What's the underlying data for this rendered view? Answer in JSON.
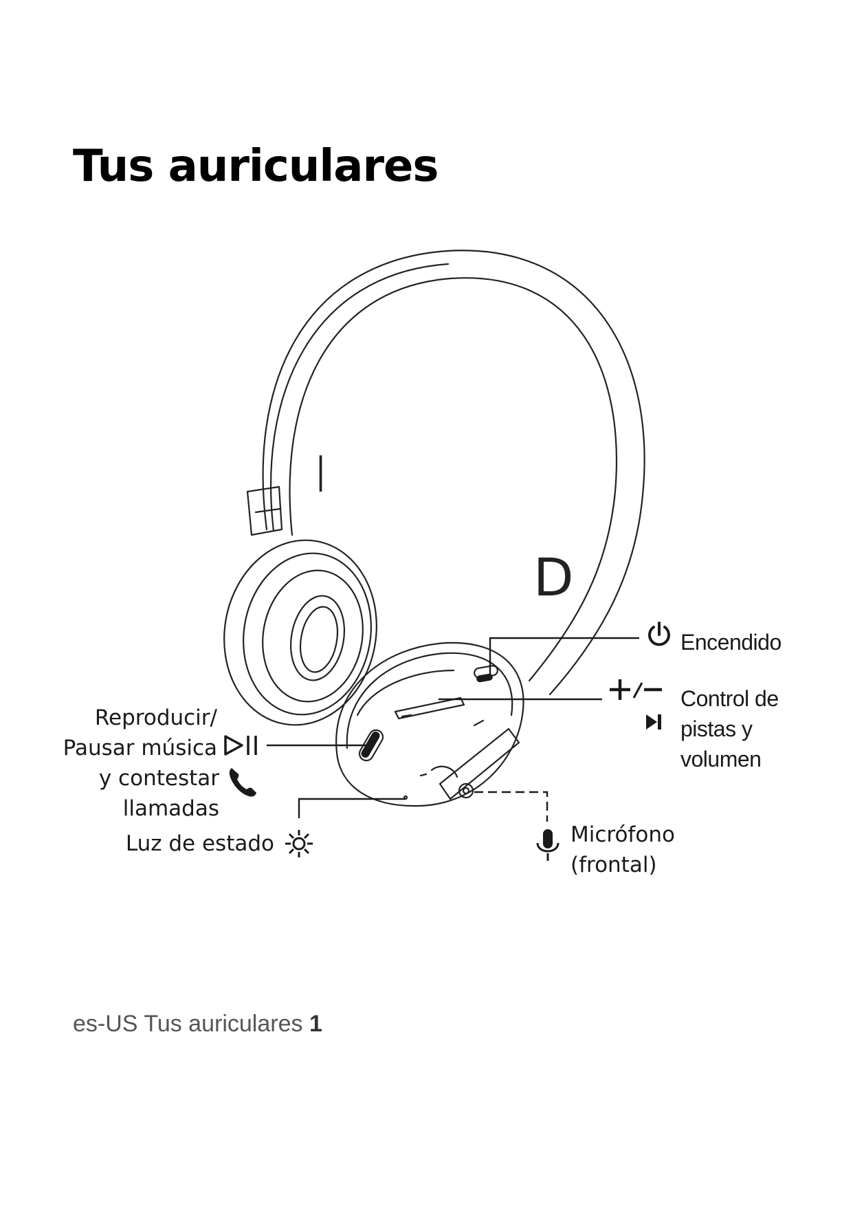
{
  "title": "Tus auriculares",
  "side_labels": {
    "left": "I",
    "right": "D"
  },
  "callouts": {
    "power": {
      "icon": "power-icon",
      "label": "Encendido"
    },
    "track_volume": {
      "icons": [
        "plus-icon",
        "minus-icon",
        "next-track-icon"
      ],
      "plus_minus": "+/—",
      "lines": [
        "Control de",
        "pistas y",
        "volumen"
      ]
    },
    "play_pause": {
      "icons": [
        "play-pause-icon",
        "phone-icon"
      ],
      "lines": [
        "Reproducir/",
        "Pausar música",
        "y contestar",
        "llamadas"
      ]
    },
    "status_light": {
      "icon": "sun-light-icon",
      "label": "Luz de estado"
    },
    "microphone": {
      "icon": "microphone-icon",
      "lines": [
        "Micrófono",
        "(frontal)"
      ]
    }
  },
  "footer": {
    "locale": "es-US",
    "section": "Tus auriculares",
    "page": "1"
  },
  "colors": {
    "ink": "#1a1a1a",
    "footer": "#555555",
    "background": "#ffffff"
  }
}
